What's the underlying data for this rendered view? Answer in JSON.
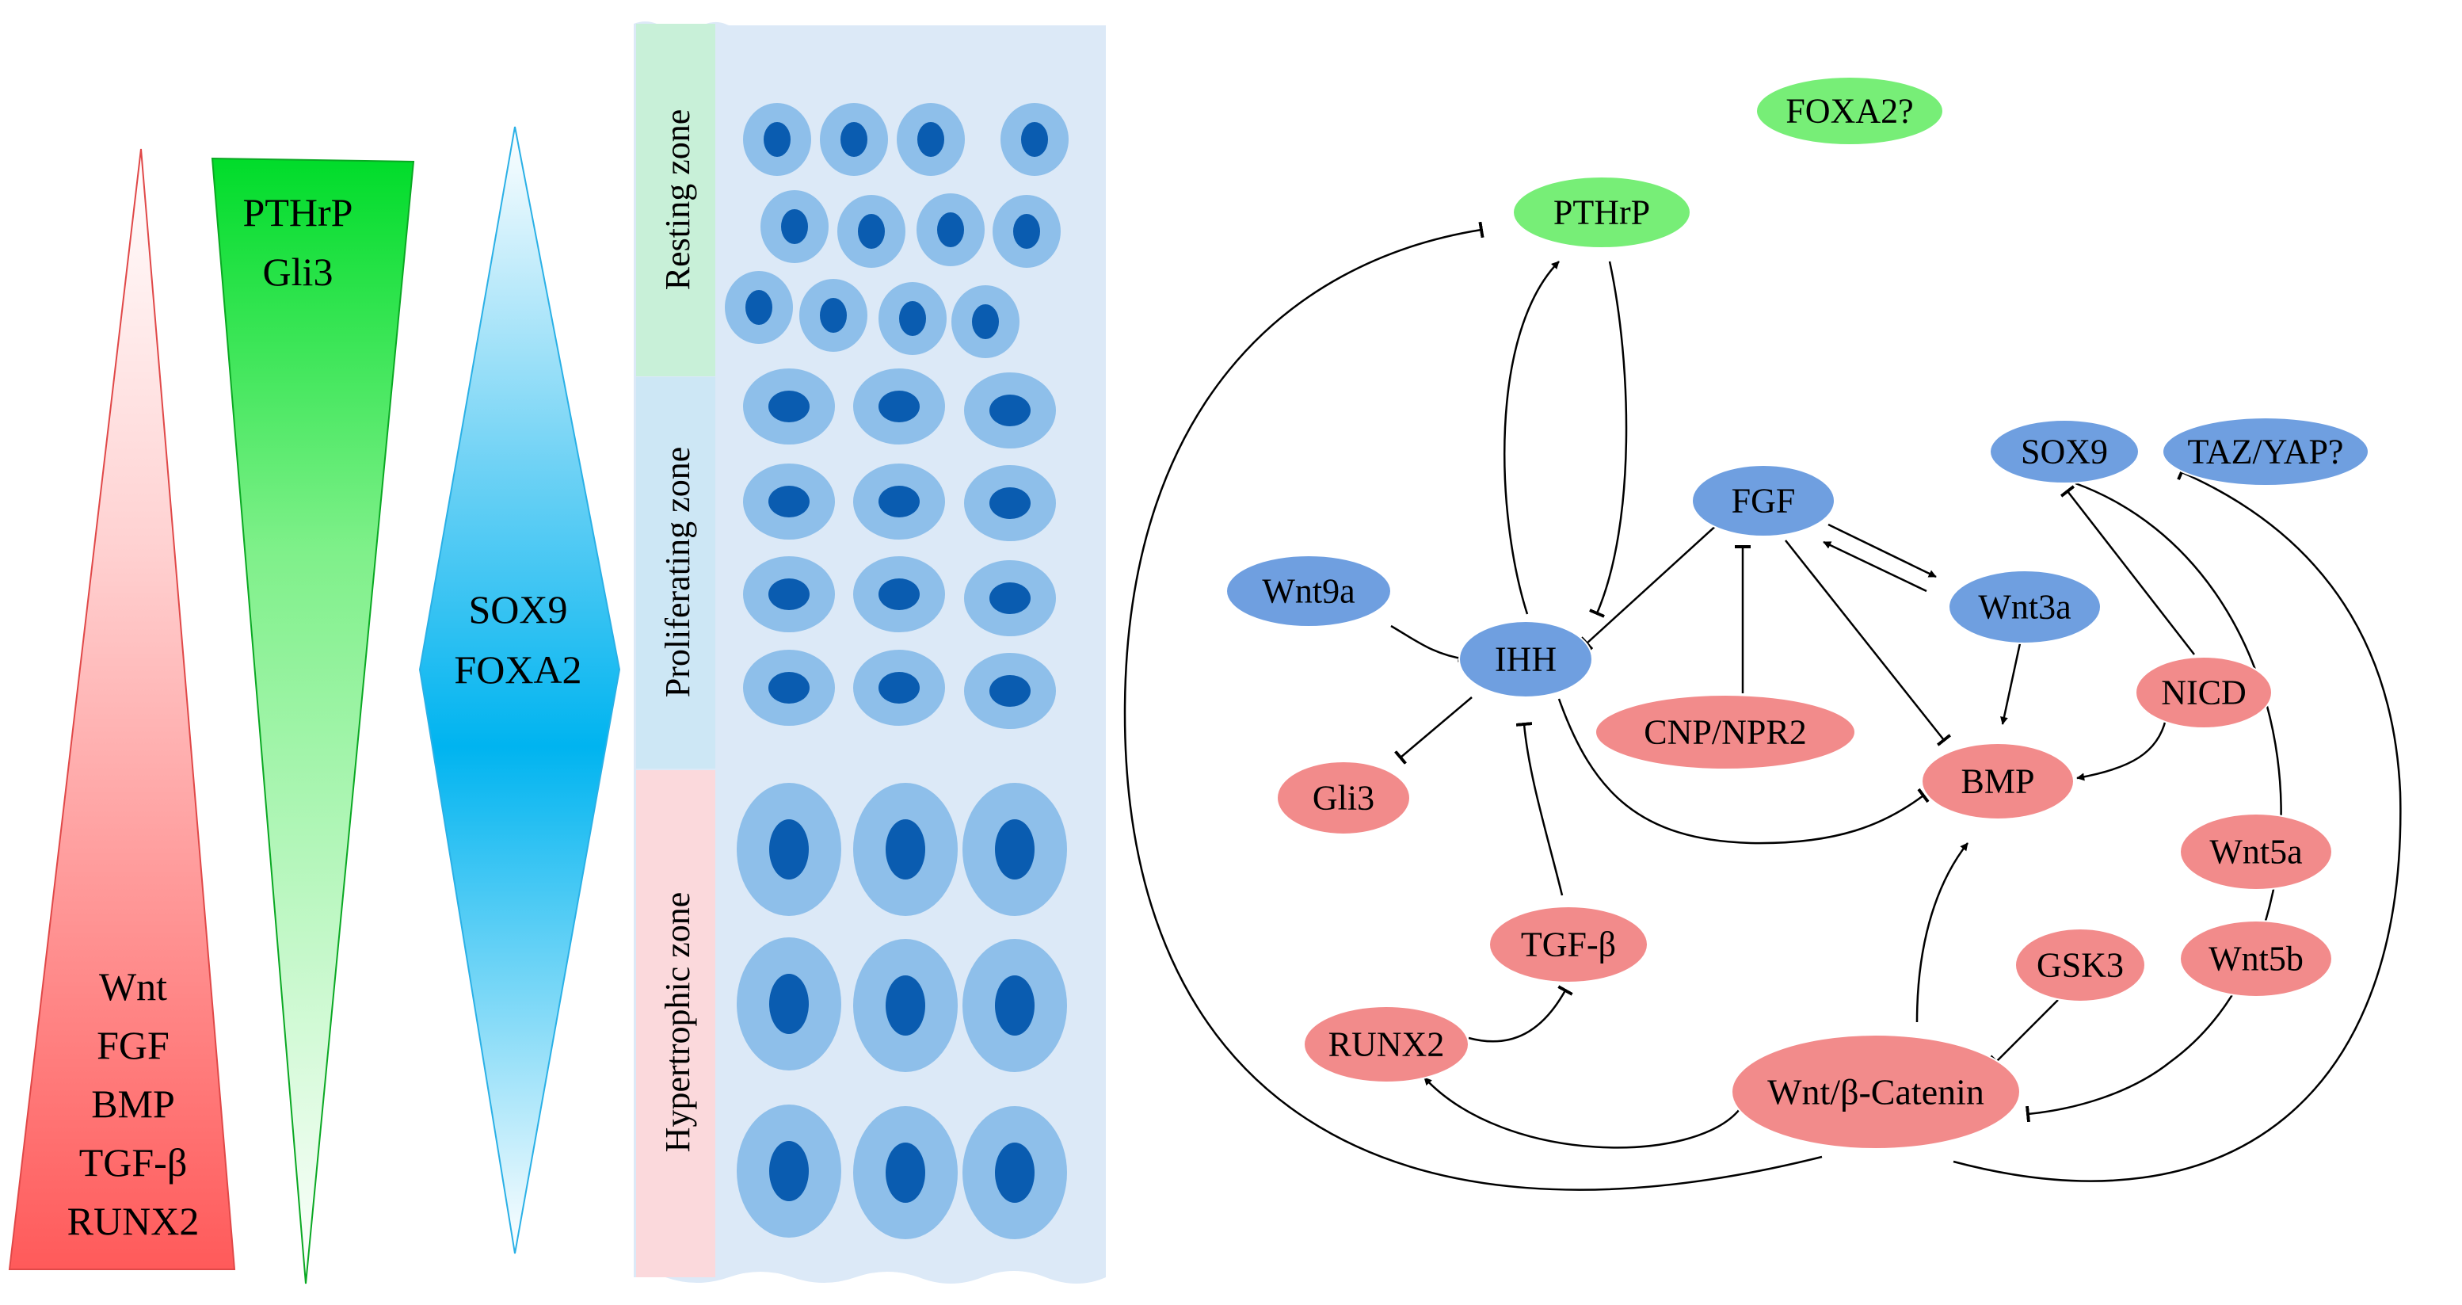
{
  "gradients": {
    "red_triangle": {
      "labels": [
        "Wnt",
        "FGF",
        "BMP",
        "TGF-β",
        "RUNX2"
      ],
      "color": "#ff5a5a"
    },
    "green_triangle": {
      "labels": [
        "PTHrP",
        "Gli3"
      ],
      "color": "#00dc2a"
    },
    "blue_diamond": {
      "labels": [
        "SOX9",
        "FOXA2"
      ],
      "color": "#00b4f0"
    }
  },
  "growth_plate": {
    "zones": [
      {
        "label": "Resting zone",
        "color": "#c8f0d8"
      },
      {
        "label": "Proliferating zone",
        "color": "#cde7f5"
      },
      {
        "label": "Hypertrophic zone",
        "color": "#fbd9dc"
      }
    ],
    "cell_color": "#8ebfea",
    "nucleus_color": "#0a5cb0"
  },
  "network": {
    "nodes": {
      "foxa2": {
        "label": "FOXA2?",
        "color": "#77ee77"
      },
      "pthrp": {
        "label": "PTHrP",
        "color": "#77ee77"
      },
      "fgf": {
        "label": "FGF",
        "color": "#6f9fe0"
      },
      "sox9": {
        "label": "SOX9",
        "color": "#6f9fe0"
      },
      "tazyap": {
        "label": "TAZ/YAP?",
        "color": "#6f9fe0"
      },
      "wnt9a": {
        "label": "Wnt9a",
        "color": "#6f9fe0"
      },
      "ihh": {
        "label": "IHH",
        "color": "#6f9fe0"
      },
      "wnt3a": {
        "label": "Wnt3a",
        "color": "#6f9fe0"
      },
      "cnp": {
        "label": "CNP/NPR2",
        "color": "#f28b8b"
      },
      "nicd": {
        "label": "NICD",
        "color": "#f28b8b"
      },
      "gli3": {
        "label": "Gli3",
        "color": "#f28b8b"
      },
      "bmp": {
        "label": "BMP",
        "color": "#f28b8b"
      },
      "wnt5a": {
        "label": "Wnt5a",
        "color": "#f28b8b"
      },
      "tgfb": {
        "label": "TGF-β",
        "color": "#f28b8b"
      },
      "gsk3": {
        "label": "GSK3",
        "color": "#f28b8b"
      },
      "wnt5b": {
        "label": "Wnt5b",
        "color": "#f28b8b"
      },
      "runx2": {
        "label": "RUNX2",
        "color": "#f28b8b"
      },
      "wntbcat": {
        "label": "Wnt/β-Catenin",
        "color": "#f28b8b"
      }
    }
  }
}
